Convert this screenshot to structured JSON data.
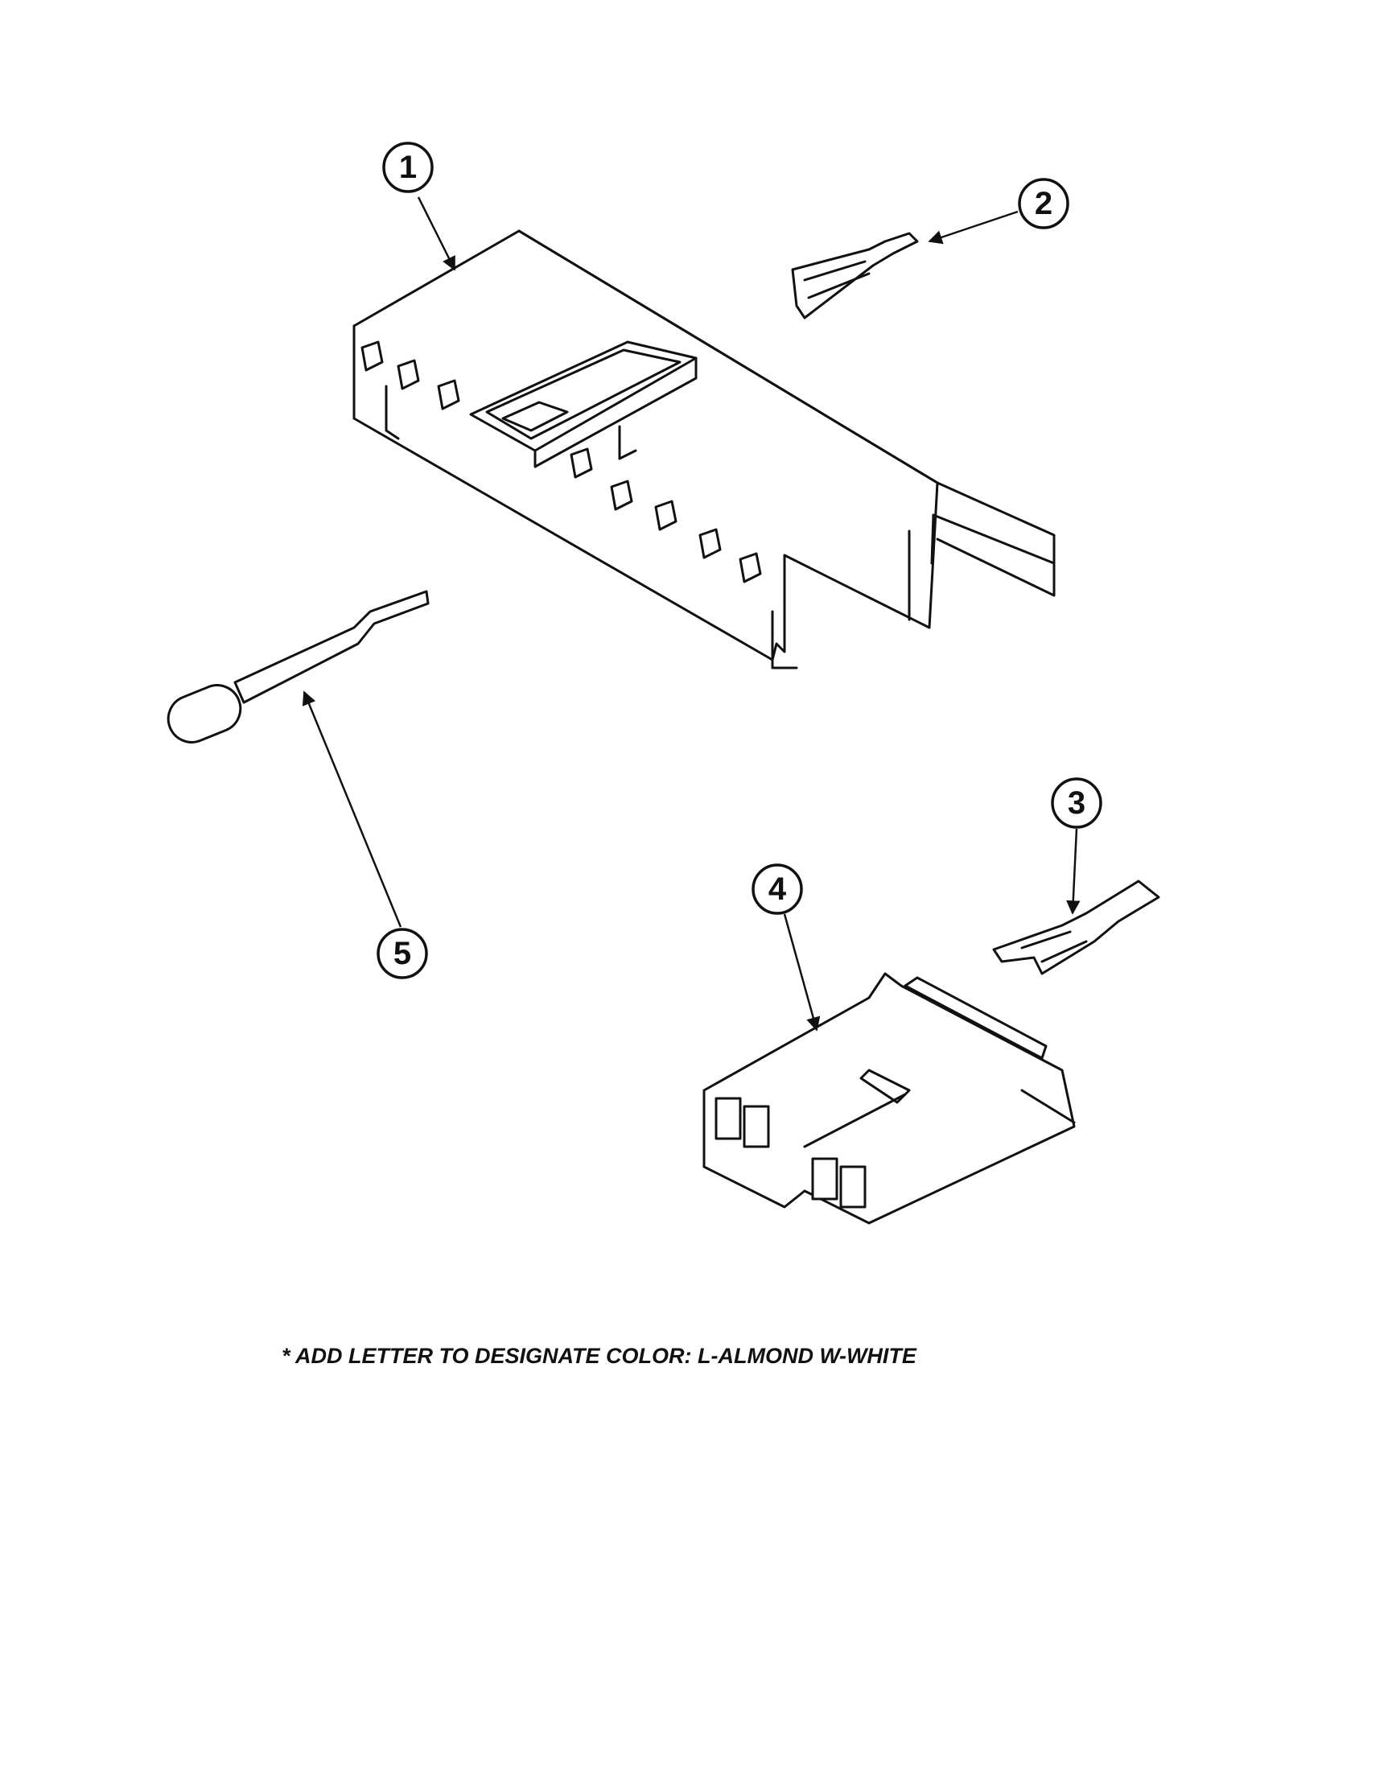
{
  "callouts": [
    {
      "id": "1",
      "label": "1"
    },
    {
      "id": "2",
      "label": "2"
    },
    {
      "id": "3",
      "label": "3"
    },
    {
      "id": "4",
      "label": "4"
    },
    {
      "id": "5",
      "label": "5"
    }
  ],
  "note": "* ADD LETTER TO DESIGNATE COLOR: L-ALMOND  W-WHITE",
  "colors": {
    "ink": "#111111",
    "paper": "#ffffff"
  }
}
